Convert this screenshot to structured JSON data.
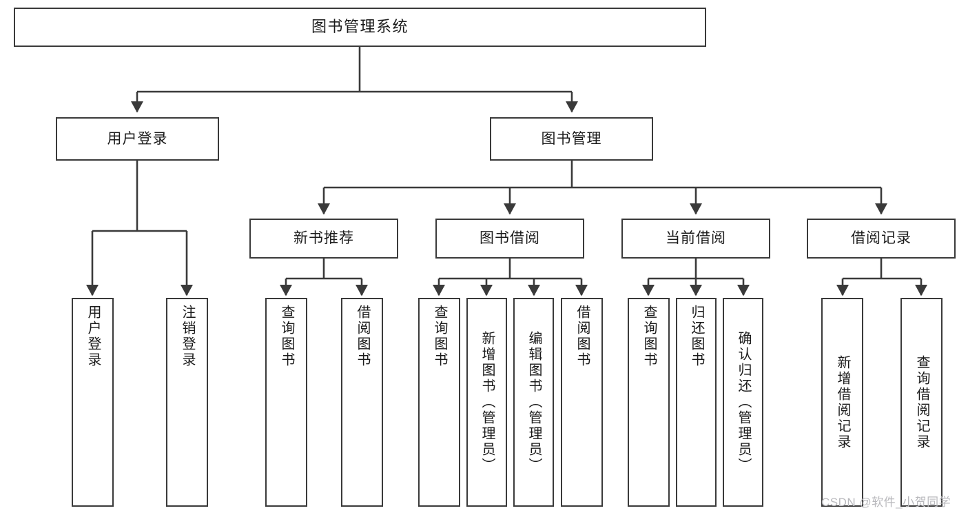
{
  "diagram": {
    "type": "tree",
    "title": "图书管理系统",
    "watermark": "CSDN @软件_小贺同学",
    "colors": {
      "node_border": "#3a3a3a",
      "node_fill": "#ffffff",
      "connector": "#3a3a3a",
      "text": "#1b1b1b",
      "watermark": "#b9b9bd"
    },
    "nodes": {
      "root": {
        "label": "图书管理系统"
      },
      "level2": [
        {
          "id": "user-login",
          "label": "用户登录"
        },
        {
          "id": "book-manage",
          "label": "图书管理"
        }
      ],
      "level3": [
        {
          "id": "new-book-recommend",
          "label": "新书推荐"
        },
        {
          "id": "book-borrow",
          "label": "图书借阅"
        },
        {
          "id": "current-borrow",
          "label": "当前借阅"
        },
        {
          "id": "borrow-record",
          "label": "借阅记录"
        }
      ],
      "leaves": {
        "user_login": [
          {
            "id": "leaf-user-login",
            "label": "用户登录"
          },
          {
            "id": "leaf-logout-login",
            "label": "注销登录"
          }
        ],
        "new_book_recommend": [
          {
            "id": "leaf-query-book-1",
            "label": "查询图书"
          },
          {
            "id": "leaf-borrow-book-1",
            "label": "借阅图书"
          }
        ],
        "book_borrow": [
          {
            "id": "leaf-query-book-2",
            "label": "查询图书"
          },
          {
            "id": "leaf-add-book",
            "label": "新增图书（管理员）"
          },
          {
            "id": "leaf-edit-book",
            "label": "编辑图书（管理员）"
          },
          {
            "id": "leaf-borrow-book-2",
            "label": "借阅图书"
          }
        ],
        "current_borrow": [
          {
            "id": "leaf-query-book-3",
            "label": "查询图书"
          },
          {
            "id": "leaf-return-book",
            "label": "归还图书"
          },
          {
            "id": "leaf-confirm-return",
            "label": "确认归还（管理员）"
          }
        ],
        "borrow_record": [
          {
            "id": "leaf-add-record",
            "label": "新增借阅记录"
          },
          {
            "id": "leaf-query-record",
            "label": "查询借阅记录"
          }
        ]
      }
    }
  }
}
